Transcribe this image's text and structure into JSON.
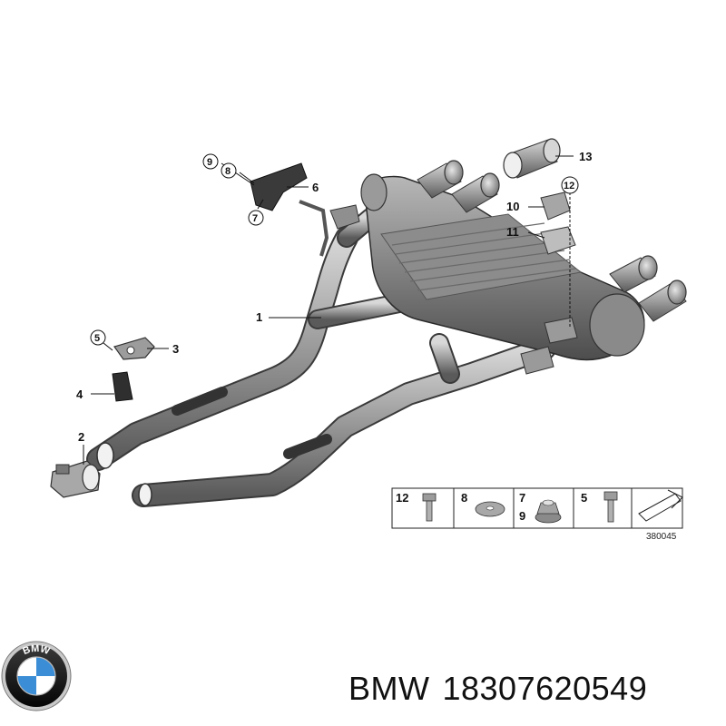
{
  "diagram": {
    "callouts": [
      "1",
      "2",
      "3",
      "4",
      "5",
      "6",
      "7",
      "8",
      "9",
      "10",
      "11",
      "12",
      "13"
    ],
    "legend": {
      "items": [
        "12",
        "8",
        "7",
        "9",
        "5"
      ],
      "reference": "380045"
    }
  },
  "brand": {
    "logo_text": "BMW",
    "name": "BMW",
    "part_number": "18307620549"
  },
  "colors": {
    "metal": "#8a8a8a",
    "metal_dark": "#5e5e5e",
    "metal_light": "#c4c4c4",
    "line": "#222222",
    "logo_blue": "#3b8ed6"
  }
}
